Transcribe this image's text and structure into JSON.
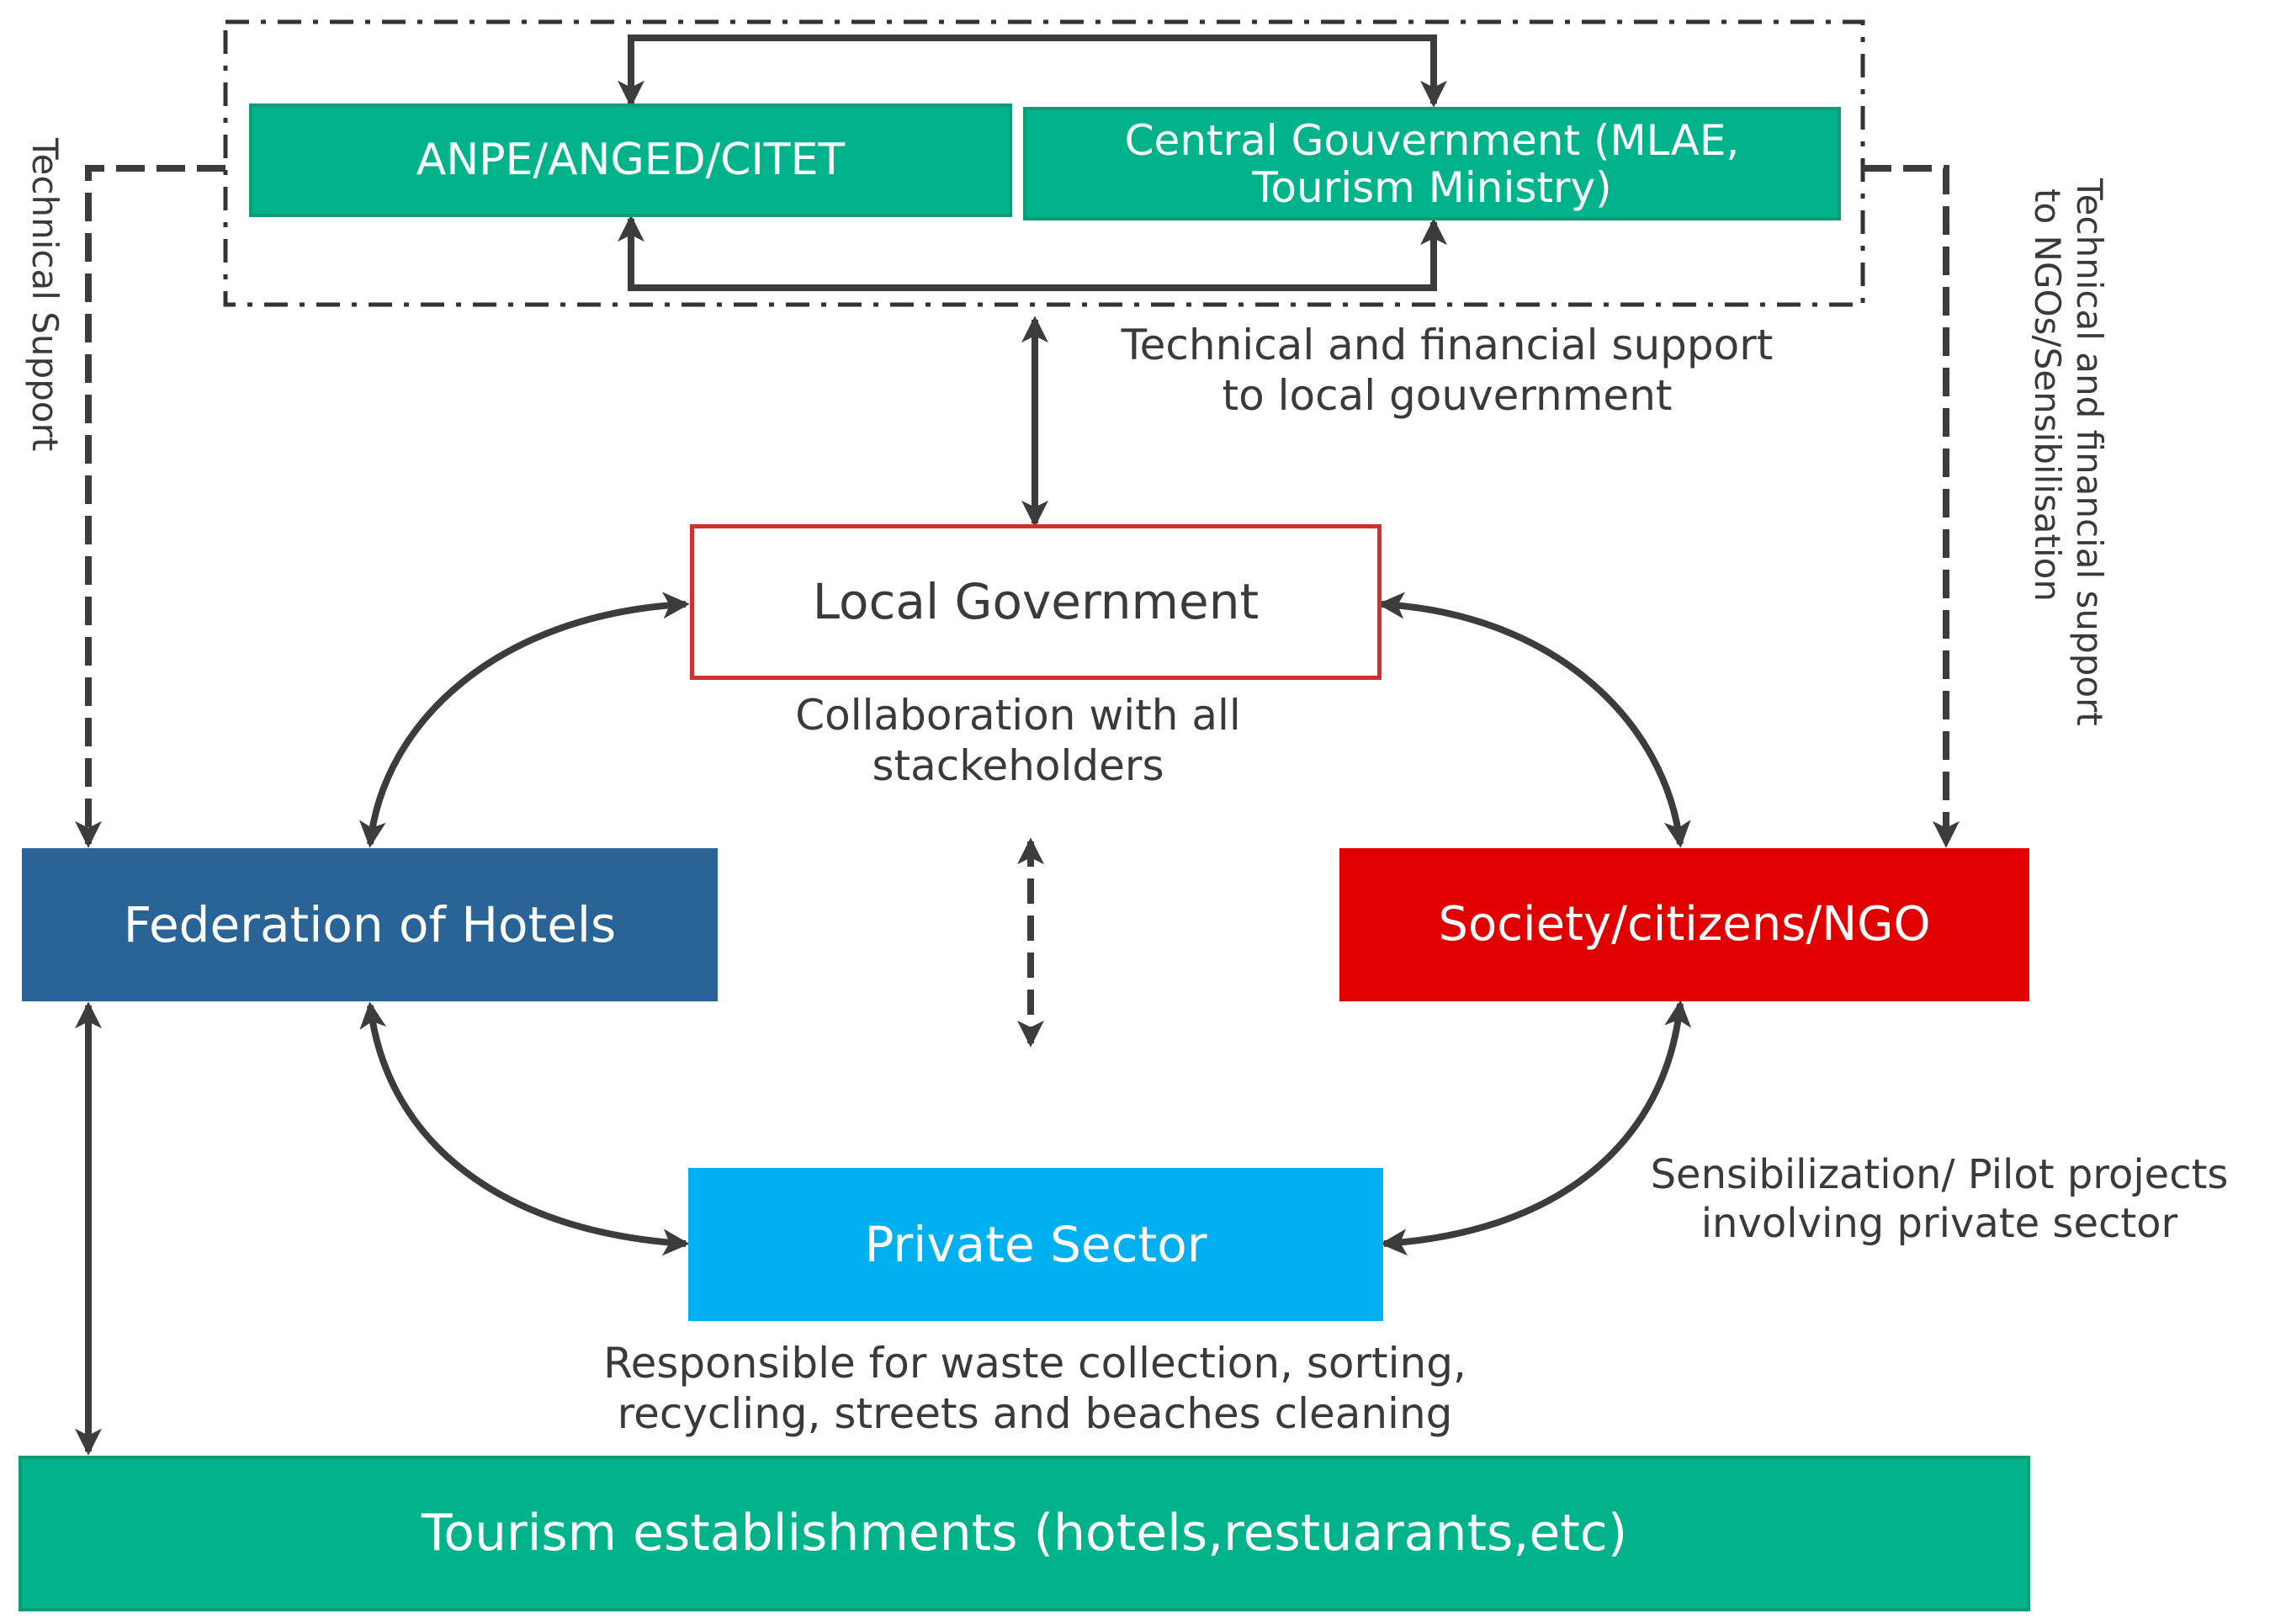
{
  "nodes": {
    "anpe": "ANPE/ANGED/CITET",
    "central_line1": "Central Gouvernment (MLAE,",
    "central_line2": "Tourism Ministry)",
    "local_government": "Local Government",
    "federation": "Federation of Hotels",
    "society": "Society/citizens/NGO",
    "private_sector": "Private Sector",
    "tourism": "Tourism establishments (hotels,restuarants,etc)"
  },
  "labels": {
    "technical_support": "Technical Support",
    "tech_fin_local_1": "Technical and financial support",
    "tech_fin_local_2": "to local gouvernment",
    "tech_fin_ngo_1": "Technical and financial support",
    "tech_fin_ngo_2": "to NGOs/Sensibilisation",
    "collaboration_1": "Collaboration with all",
    "collaboration_2": "stackeholders",
    "private_resp_1": "Responsible for waste collection, sorting,",
    "private_resp_2": "recycling, streets and beaches cleaning",
    "sensibilization_1": "Sensibilization/ Pilot projects",
    "sensibilization_2": "involving private sector"
  },
  "colors": {
    "green": "#00b38a",
    "federation_blue": "#2a6496",
    "society_red": "#e00000",
    "private_blue": "#00b0f0",
    "local_border": "#d03030",
    "arrow": "#3c3c3c"
  }
}
